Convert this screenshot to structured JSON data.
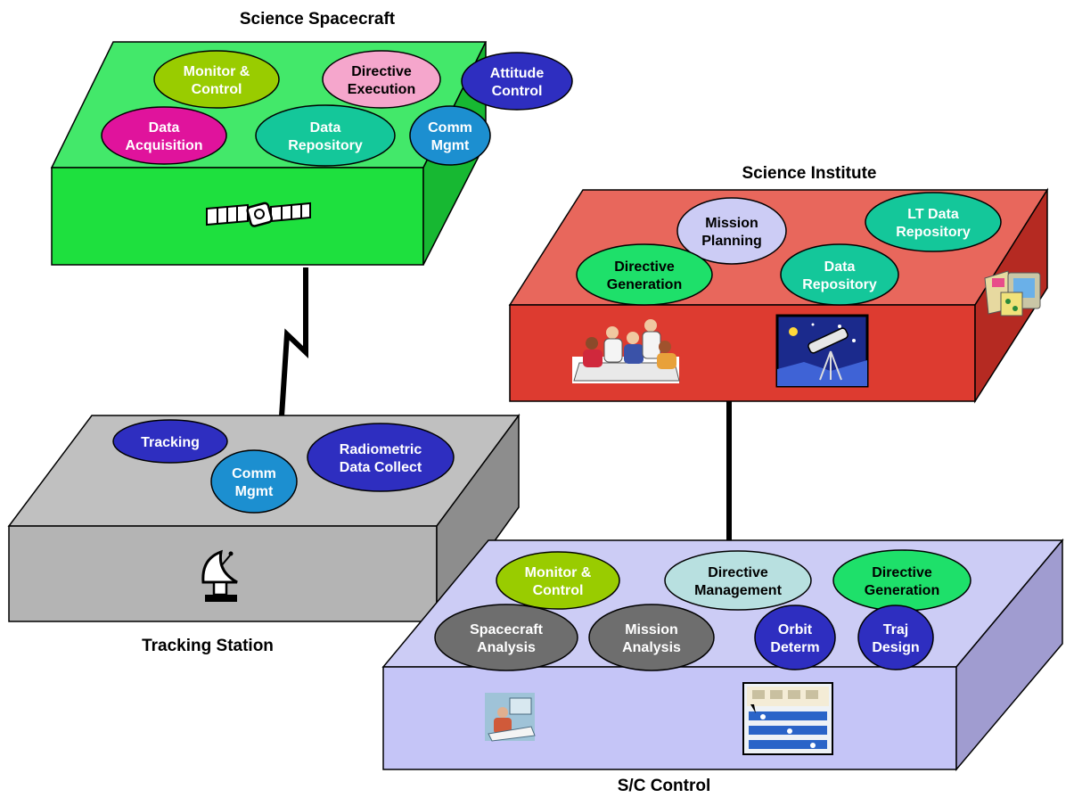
{
  "colors": {
    "spacecraft_top": "#43e86a",
    "spacecraft_front": "#1ee03e",
    "spacecraft_side": "#17b832",
    "institute_top": "#e8675c",
    "institute_front": "#dd3b30",
    "institute_side": "#b52a22",
    "tracking_top": "#c0c0c0",
    "tracking_front": "#b4b4b4",
    "tracking_side": "#8d8d8d",
    "control_top": "#ccccf5",
    "control_front": "#c5c5f7",
    "control_side": "#a09cd0",
    "olive": "#99cc00",
    "pink": "#f5a6cc",
    "navy": "#2e2ec0",
    "magenta": "#e0139c",
    "teal": "#14c79a",
    "sky": "#1c8fd0",
    "lavender": "#ccccf5",
    "green": "#1ee06a",
    "paleteal": "#b8e0e0",
    "gray": "#6e6e6e"
  },
  "platforms": {
    "spacecraft": {
      "title": "Science Spacecraft",
      "icons": [
        "satellite-icon"
      ],
      "nodes": [
        {
          "label": "Monitor &\nControl",
          "color": "olive",
          "text": "#ffffff"
        },
        {
          "label": "Directive\nExecution",
          "color": "pink",
          "text": "#000000"
        },
        {
          "label": "Attitude\nControl",
          "color": "navy",
          "text": "#ffffff"
        },
        {
          "label": "Data\nAcquisition",
          "color": "magenta",
          "text": "#ffffff"
        },
        {
          "label": "Data\nRepository",
          "color": "teal",
          "text": "#ffffff"
        },
        {
          "label": "Comm\nMgmt",
          "color": "sky",
          "text": "#ffffff"
        }
      ]
    },
    "institute": {
      "title": "Science  Institute",
      "icons": [
        "team-meeting-icon",
        "telescope-icon",
        "computer-workstation-icon"
      ],
      "nodes": [
        {
          "label": "Mission\nPlanning",
          "color": "lavender",
          "text": "#000000"
        },
        {
          "label": "LT Data\nRepository",
          "color": "teal",
          "text": "#ffffff"
        },
        {
          "label": "Directive\nGeneration",
          "color": "green",
          "text": "#000000"
        },
        {
          "label": "Data\nRepository",
          "color": "teal",
          "text": "#ffffff"
        }
      ]
    },
    "tracking": {
      "title": "Tracking Station",
      "icons": [
        "antenna-dish-icon"
      ],
      "nodes": [
        {
          "label": "Tracking",
          "color": "navy",
          "text": "#ffffff"
        },
        {
          "label": "Comm\nMgmt",
          "color": "sky",
          "text": "#ffffff"
        },
        {
          "label": "Radiometric\nData Collect",
          "color": "navy",
          "text": "#ffffff"
        }
      ]
    },
    "control": {
      "title": "S/C Control",
      "icons": [
        "operator-desk-icon",
        "control-room-icon"
      ],
      "nodes": [
        {
          "label": "Monitor &\nControl",
          "color": "olive",
          "text": "#ffffff"
        },
        {
          "label": "Directive\nManagement",
          "color": "paleteal",
          "text": "#000000"
        },
        {
          "label": "Directive\nGeneration",
          "color": "green",
          "text": "#000000"
        },
        {
          "label": "Spacecraft\nAnalysis",
          "color": "gray",
          "text": "#ffffff"
        },
        {
          "label": "Mission\nAnalysis",
          "color": "gray",
          "text": "#ffffff"
        },
        {
          "label": "Orbit\nDeterm",
          "color": "navy",
          "text": "#ffffff"
        },
        {
          "label": "Traj\nDesign",
          "color": "navy",
          "text": "#ffffff"
        }
      ]
    }
  },
  "links": [
    {
      "from": "spacecraft",
      "to": "tracking",
      "style": "zigzag"
    },
    {
      "from": "institute",
      "to": "control",
      "style": "straight"
    },
    {
      "from": "tracking",
      "to": "control",
      "style": "straight"
    }
  ]
}
